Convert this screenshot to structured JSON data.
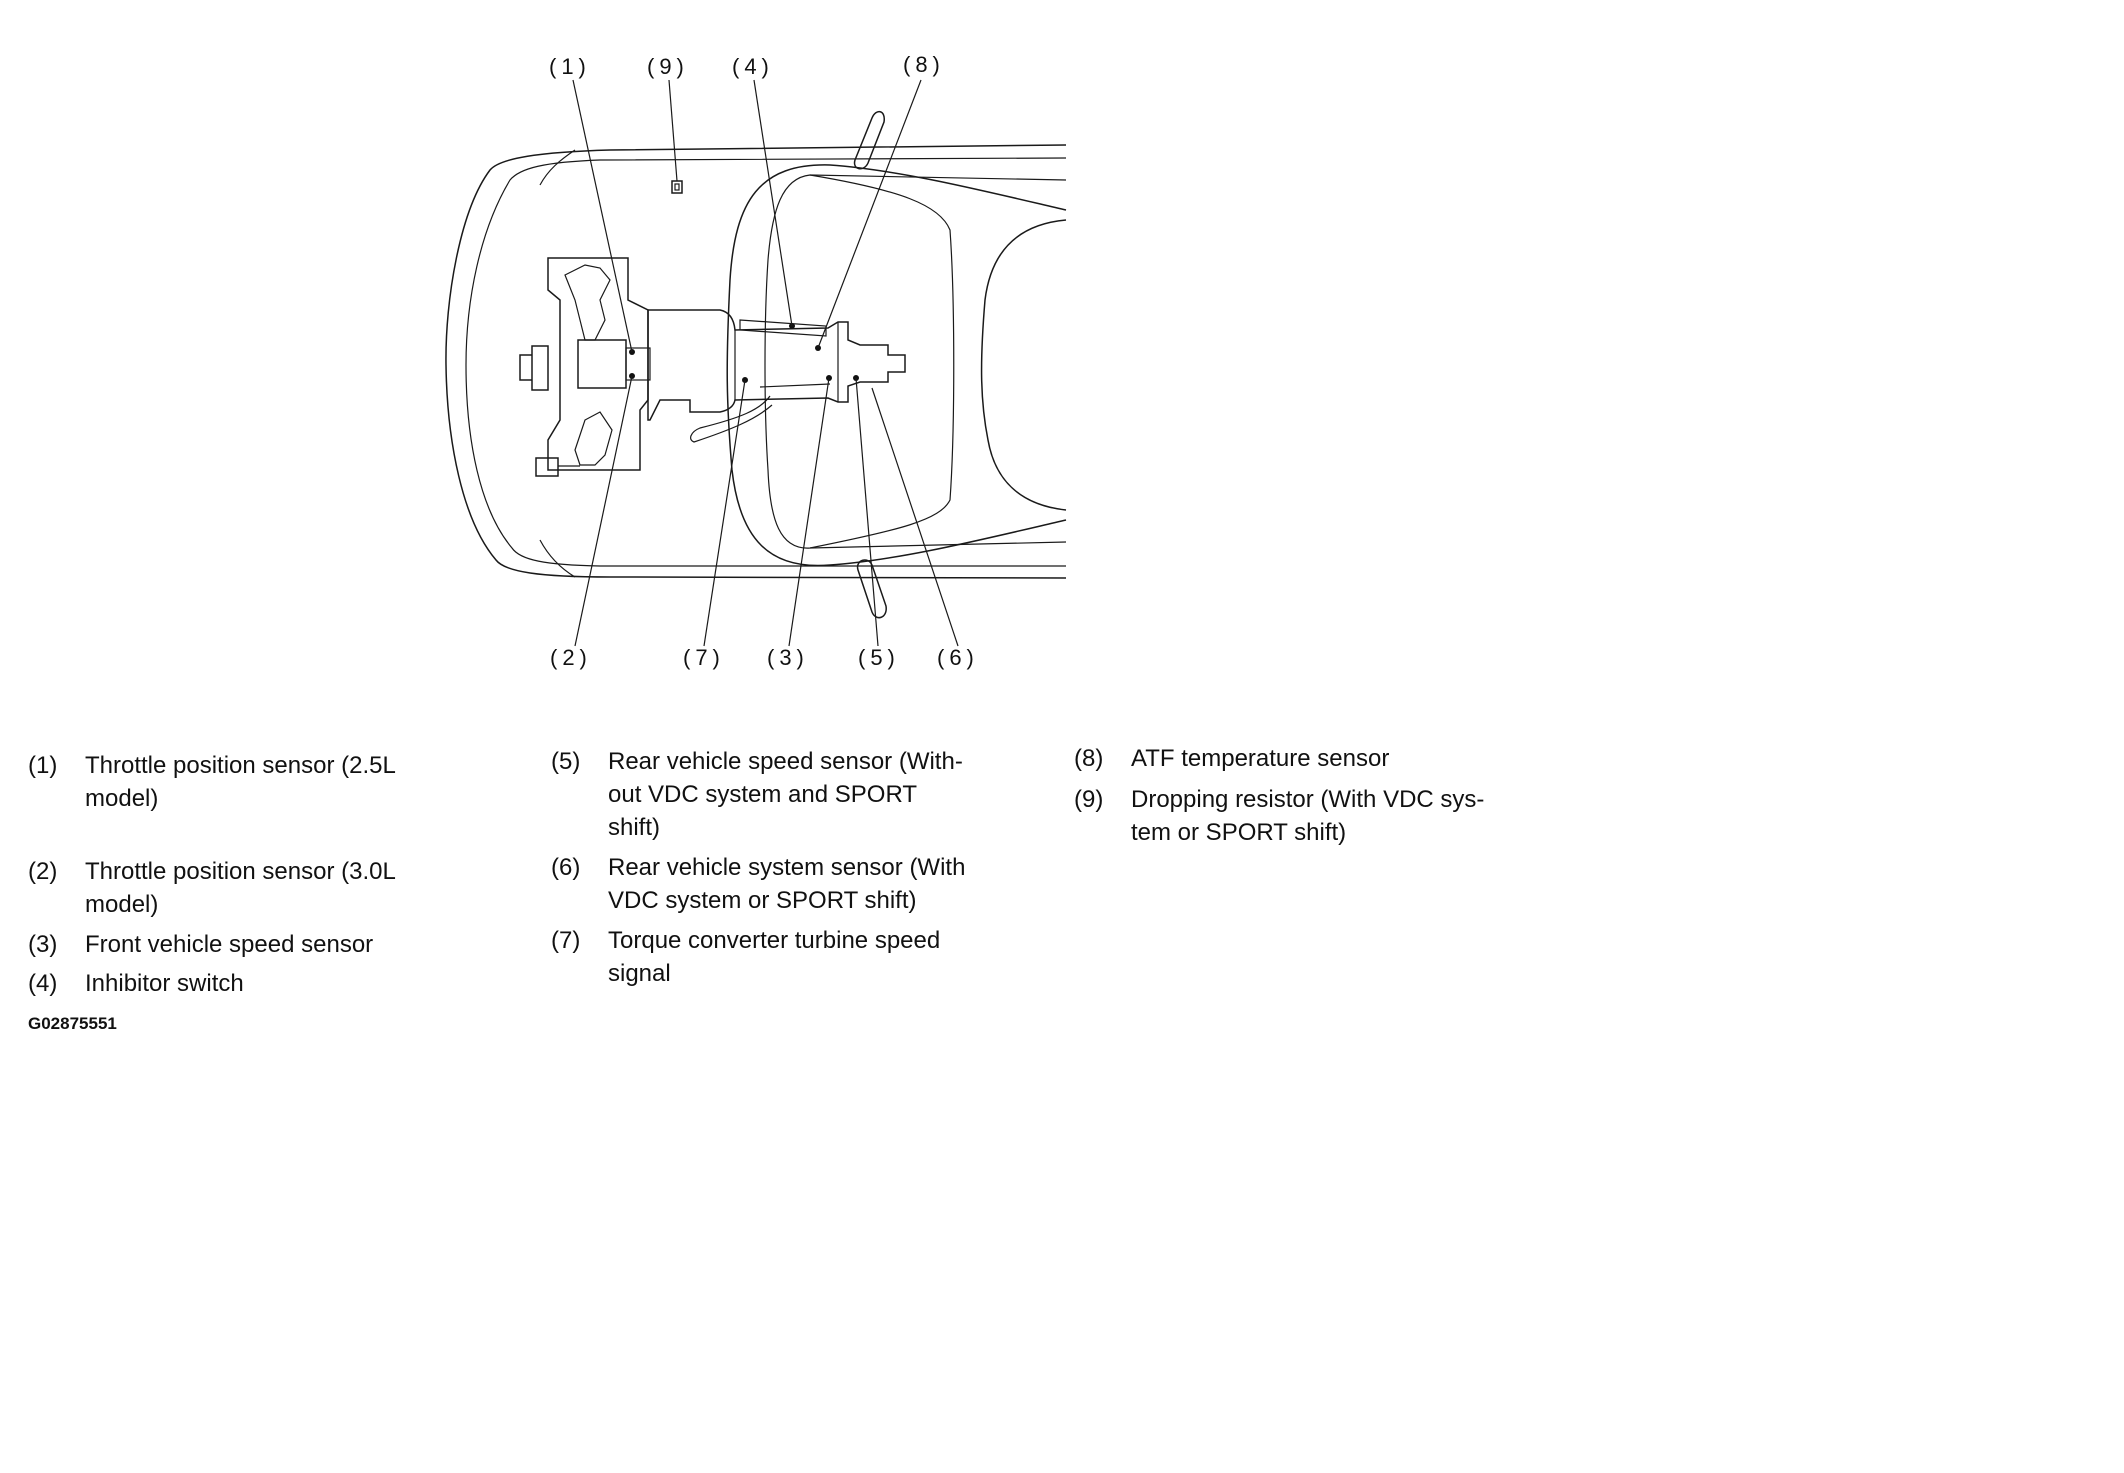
{
  "callouts": {
    "c1": "(1)",
    "c9": "(9)",
    "c4": "(4)",
    "c8": "(8)",
    "c2": "(2)",
    "c7": "(7)",
    "c3": "(3)",
    "c5": "(5)",
    "c6": "(6)"
  },
  "legend": {
    "items": [
      {
        "num": "(1)",
        "lines": [
          "Throttle position sensor (2.5L",
          "model)"
        ]
      },
      {
        "num": "(2)",
        "lines": [
          "Throttle position sensor (3.0L",
          "model)"
        ]
      },
      {
        "num": "(3)",
        "lines": [
          "Front vehicle speed sensor"
        ]
      },
      {
        "num": "(4)",
        "lines": [
          "Inhibitor switch"
        ]
      },
      {
        "num": "(5)",
        "lines": [
          "Rear vehicle speed sensor (With-",
          "out VDC system and SPORT",
          "shift)"
        ]
      },
      {
        "num": "(6)",
        "lines": [
          "Rear vehicle system sensor (With",
          "VDC system or SPORT shift)"
        ]
      },
      {
        "num": "(7)",
        "lines": [
          "Torque converter turbine speed",
          "signal"
        ]
      },
      {
        "num": "(8)",
        "lines": [
          "ATF temperature sensor"
        ]
      },
      {
        "num": "(9)",
        "lines": [
          "Dropping resistor  (With VDC sys-",
          "tem or SPORT shift)"
        ]
      }
    ]
  },
  "figure_code": "G02875551"
}
